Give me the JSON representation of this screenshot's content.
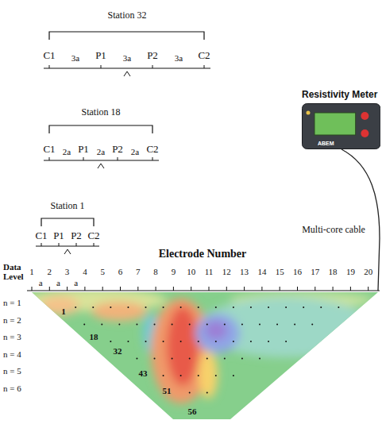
{
  "diagram": {
    "nodes": [
      {
        "text": [
          "Resistivity Meter",
          "ABEM"
        ]
      }
    ],
    "labels": [
      "Station 32",
      "C1",
      "3a",
      "P1",
      "3a",
      "P2",
      "3a",
      "C2",
      "Station 18",
      "C1",
      "2a",
      "P1",
      "2a",
      "P2",
      "2a",
      "C2",
      "Station 1",
      "C1",
      "P1",
      "P2",
      "C2",
      "Electrode Number",
      "Multi-core cable",
      "Data Level",
      "1",
      "2",
      "3",
      "4",
      "5",
      "6",
      "7",
      "8",
      "9",
      "10",
      "11",
      "12",
      "13",
      "14",
      "15",
      "16",
      "17",
      "18",
      "19",
      "20",
      "a",
      "a",
      "a",
      "n = 1",
      "n = 2",
      "n = 3",
      "n = 4",
      "n = 5",
      "n = 6",
      "1",
      "18",
      "32",
      "43",
      "51",
      "56"
    ]
  }
}
